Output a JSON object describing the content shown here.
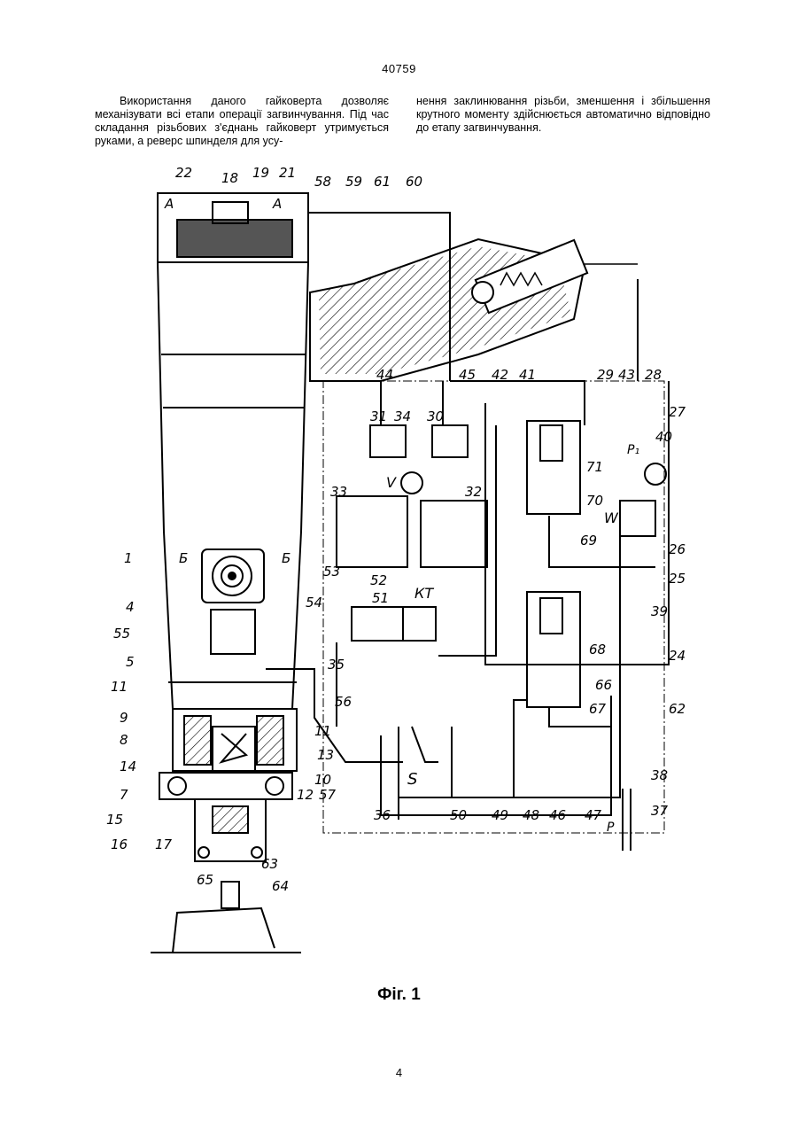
{
  "header": {
    "document_number": "40759"
  },
  "body_text": {
    "left_column": "Використання даного гайковерта дозволяє механізувати всі етапи операції загвинчування. Під час складання різьбових з'єднань гайковерт утримується руками, а реверс шпинделя для усу-",
    "right_column": "нення заклинювання різьби, зменшення і збільшення крутного моменту здійснюється автоматично відповідно до етапу загвинчування."
  },
  "figure": {
    "caption": "Фіг. 1",
    "section_markers": [
      "А",
      "А",
      "Б",
      "Б"
    ],
    "symbols": {
      "v": "V",
      "w": "W",
      "kt": "КТ",
      "s": "S",
      "p1": "P₁",
      "p": "P"
    },
    "reference_labels": [
      "1",
      "4",
      "5",
      "7",
      "8",
      "9",
      "10",
      "11",
      "11",
      "12",
      "13",
      "14",
      "15",
      "16",
      "17",
      "18",
      "19",
      "21",
      "22",
      "24",
      "25",
      "26",
      "27",
      "28",
      "29",
      "30",
      "31",
      "32",
      "33",
      "34",
      "35",
      "36",
      "37",
      "38",
      "39",
      "40",
      "41",
      "42",
      "43",
      "44",
      "45",
      "46",
      "47",
      "48",
      "49",
      "50",
      "51",
      "52",
      "53",
      "54",
      "55",
      "56",
      "57",
      "58",
      "59",
      "60",
      "61",
      "62",
      "63",
      "64",
      "65",
      "66",
      "67",
      "68",
      "69",
      "70",
      "71"
    ]
  },
  "footer": {
    "page_number": "4"
  }
}
